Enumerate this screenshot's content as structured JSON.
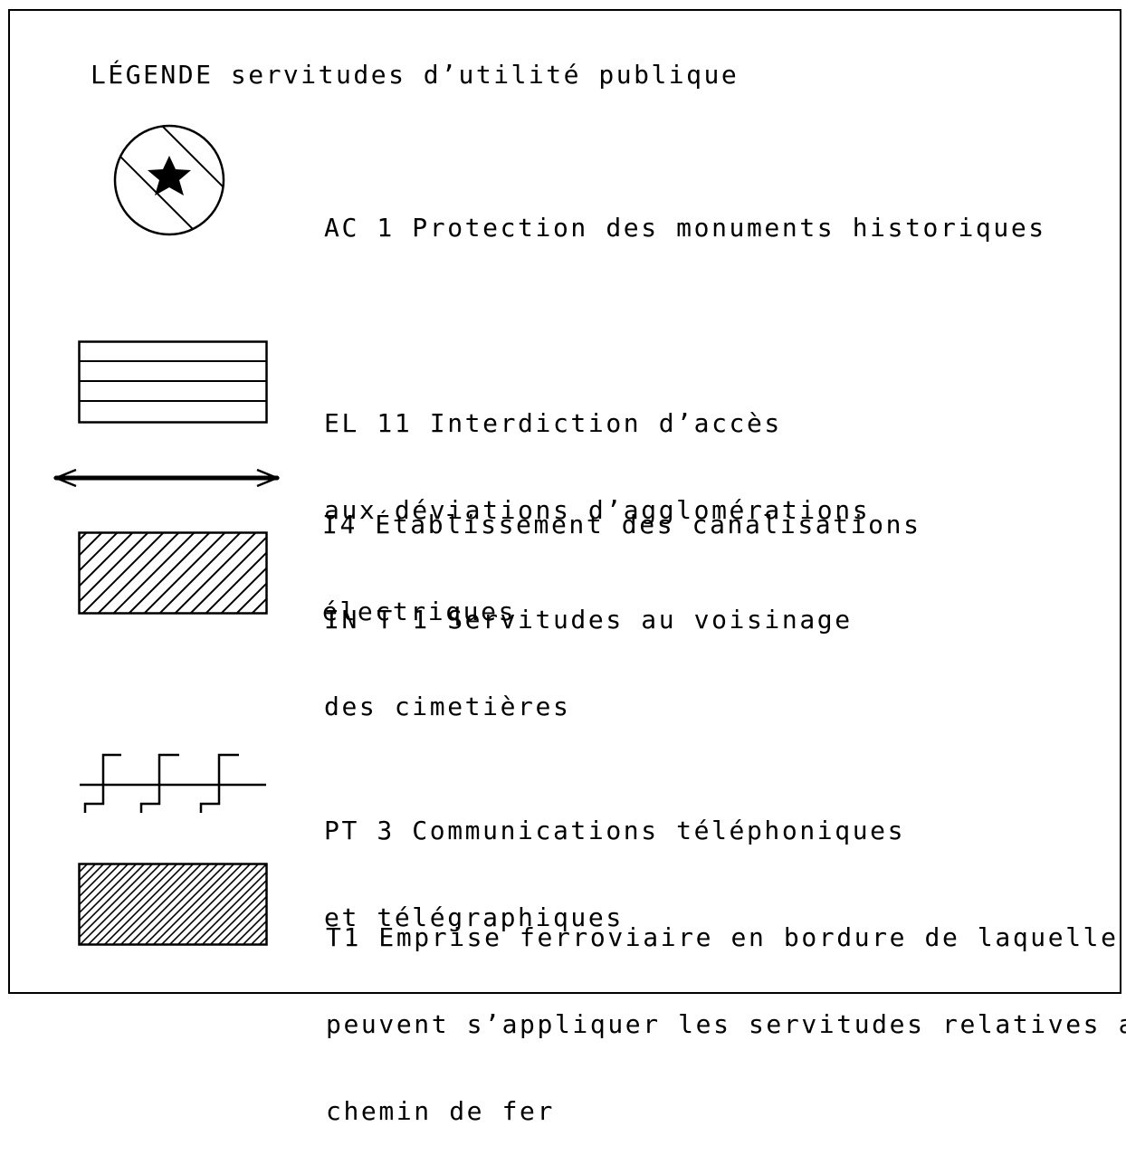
{
  "legend": {
    "title": "LÉGENDE servitudes d’utilité publique",
    "items": [
      {
        "symbol": "circle-star-hatched-icon",
        "lines": [
          "AC 1 Protection des monuments historiques"
        ]
      },
      {
        "symbol": "horizontal-lines-rect-icon",
        "lines": [
          "EL 11 Interdiction d’accès",
          "aux déviations d’agglomérations"
        ]
      },
      {
        "symbol": "double-arrow-line-icon",
        "lines": [
          "I4 Établissement des canalisations",
          "électriques"
        ]
      },
      {
        "symbol": "diagonal-hatch-rect-icon",
        "lines": [
          "IN T 1 Servitudes au voisinage",
          "des cimetières"
        ]
      },
      {
        "symbol": "telephone-line-icon",
        "lines": [
          "PT 3 Communications téléphoniques",
          "et télégraphiques"
        ]
      },
      {
        "symbol": "dense-hatch-rect-icon",
        "lines": [
          "T1 Emprise ferroviaire en bordure de laquelle",
          "peuvent s’appliquer les servitudes relatives au",
          "chemin de fer"
        ]
      }
    ]
  }
}
